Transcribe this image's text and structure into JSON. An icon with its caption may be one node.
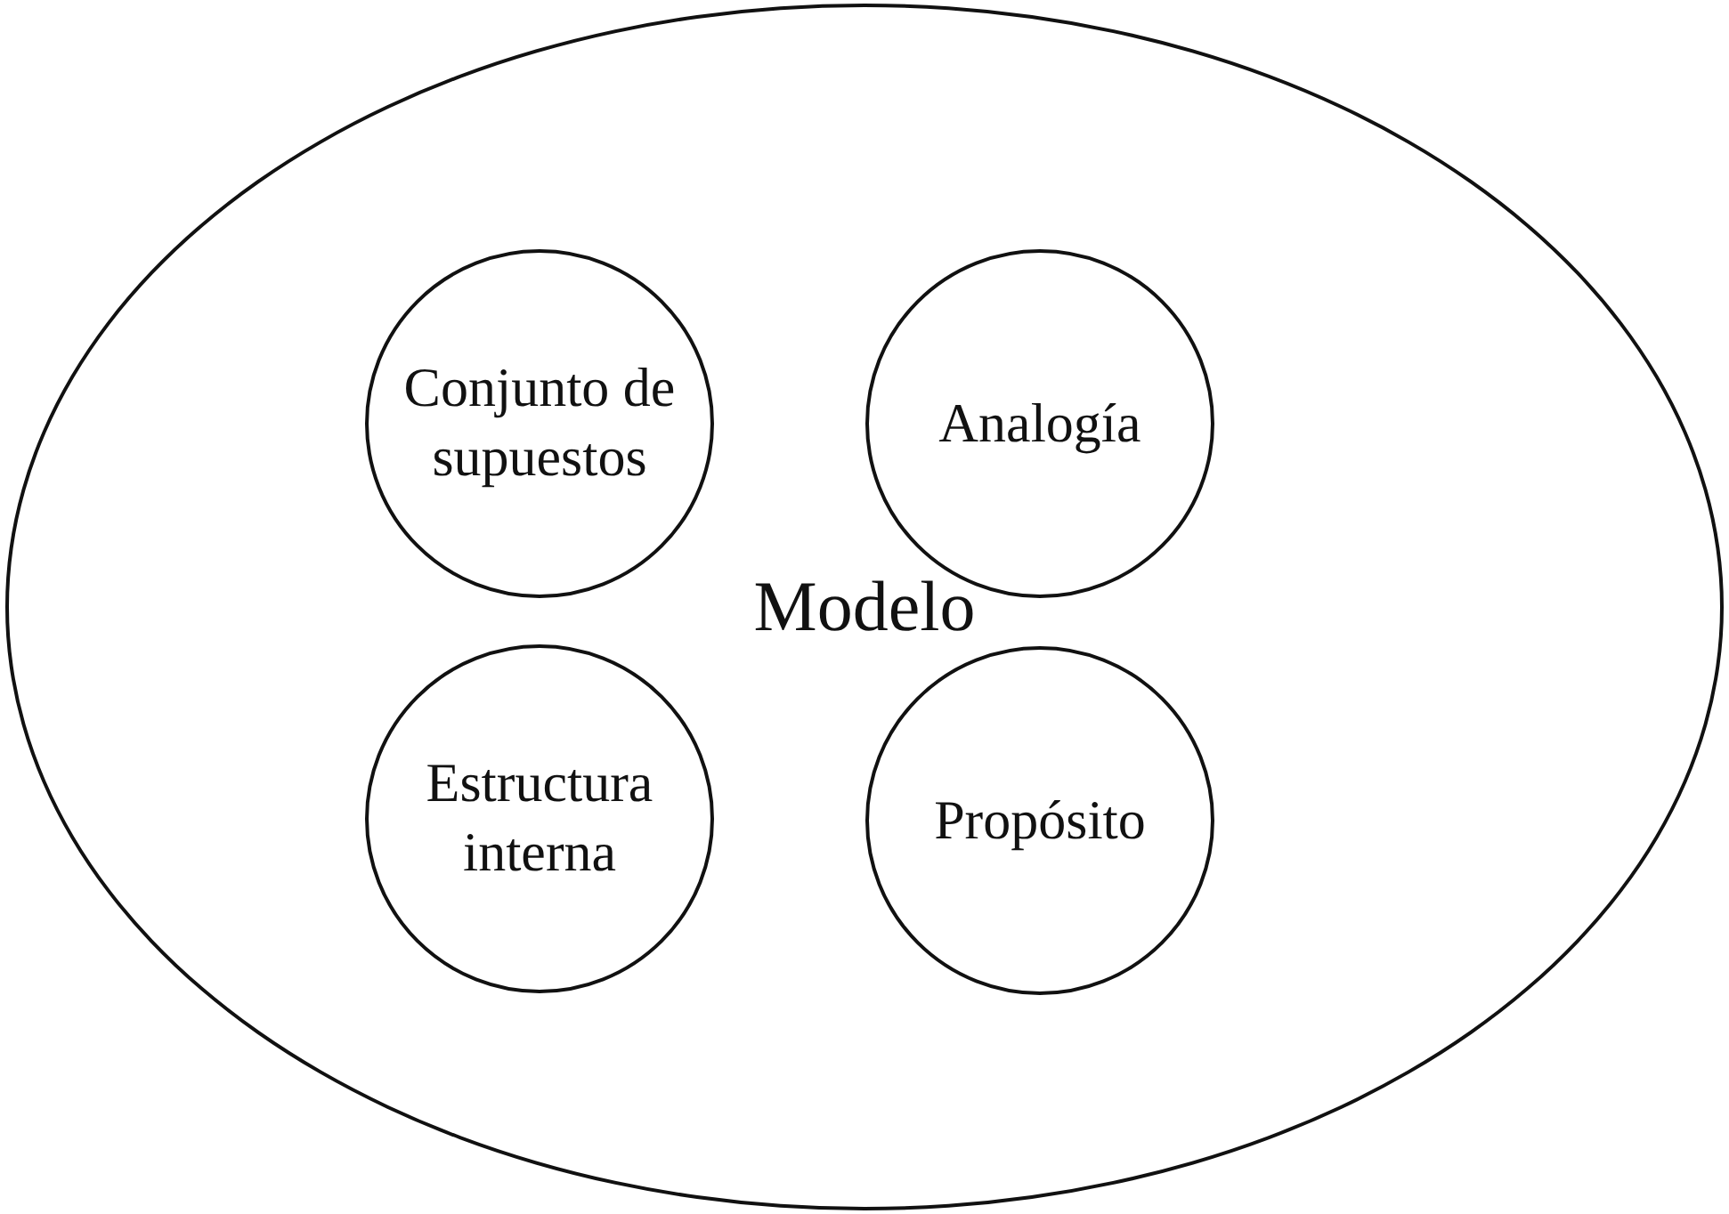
{
  "diagram": {
    "nodes": [
      {
        "text": [
          "Modelo"
        ]
      },
      {
        "text": [
          "Conjunto de supuestos"
        ],
        "in": 0
      },
      {
        "text": [
          "Analogía"
        ],
        "in": 0
      },
      {
        "text": [
          "Estructura interna"
        ],
        "in": 0
      },
      {
        "text": [
          "Propósito"
        ],
        "in": 0
      }
    ]
  }
}
